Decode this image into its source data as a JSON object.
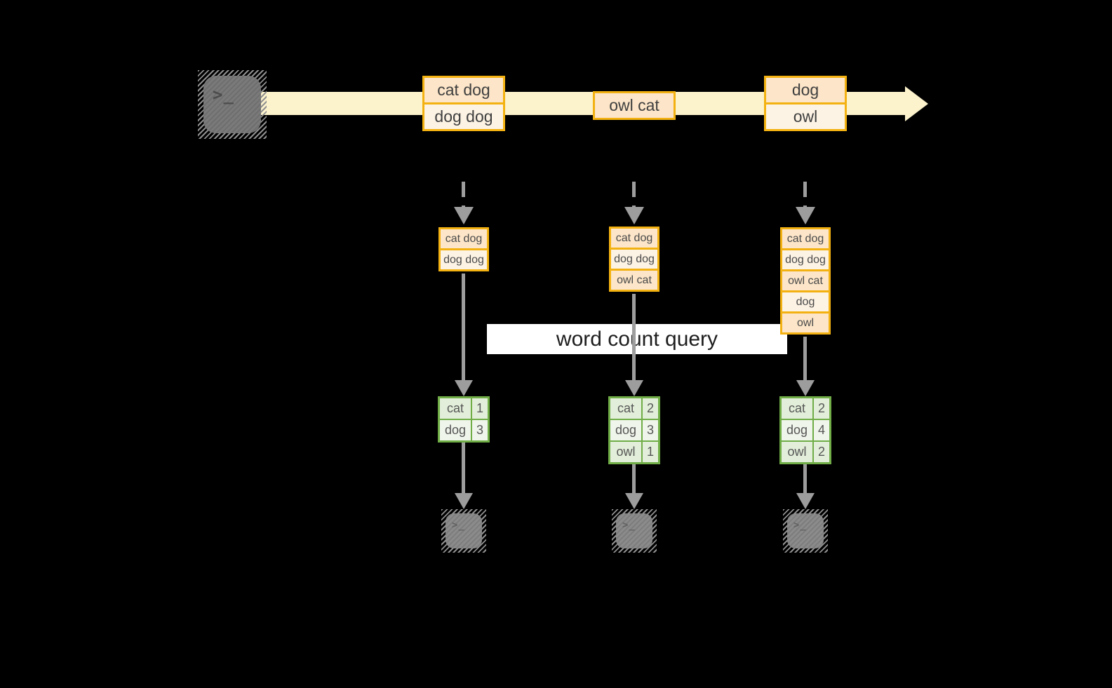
{
  "diagram": {
    "description_label": "word count stream diagram"
  },
  "query": {
    "label": "word count query"
  },
  "icons": {
    "prompt_glyph": ">_",
    "source": "terminal-icon",
    "sink": "terminal-icon"
  },
  "colors": {
    "background": "#000000",
    "stream_band": "#fcf2cc",
    "record_border": "#f3b211",
    "record_fill_a": "#fce5c8",
    "record_fill_b": "#fdf3e4",
    "table_border": "#70ad47",
    "table_fill_a": "#e2eed9",
    "table_fill_b": "#eff5eb",
    "arrow_gray": "#9d9d9d",
    "banner": "#ffffff"
  },
  "stream": {
    "events": [
      {
        "rows": [
          "cat dog",
          "dog dog"
        ]
      },
      {
        "rows": [
          "owl cat"
        ]
      },
      {
        "rows": [
          "dog",
          "owl"
        ]
      }
    ]
  },
  "snapshots": [
    {
      "rows": [
        "cat dog",
        "dog dog"
      ]
    },
    {
      "rows": [
        "cat dog",
        "dog dog",
        "owl cat"
      ]
    },
    {
      "rows": [
        "cat dog",
        "dog dog",
        "owl cat",
        "dog",
        "owl"
      ]
    }
  ],
  "results": [
    {
      "rows": [
        {
          "word": "cat",
          "count": "1"
        },
        {
          "word": "dog",
          "count": "3"
        }
      ]
    },
    {
      "rows": [
        {
          "word": "cat",
          "count": "2"
        },
        {
          "word": "dog",
          "count": "3"
        },
        {
          "word": "owl",
          "count": "1"
        }
      ]
    },
    {
      "rows": [
        {
          "word": "cat",
          "count": "2"
        },
        {
          "word": "dog",
          "count": "4"
        },
        {
          "word": "owl",
          "count": "2"
        }
      ]
    }
  ]
}
